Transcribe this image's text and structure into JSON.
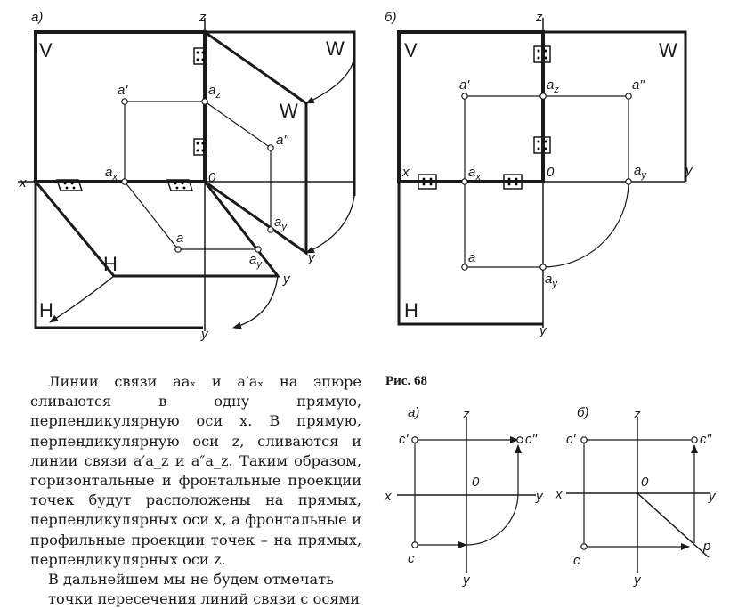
{
  "caption": "Рис. 68",
  "fig_a": {
    "panel": "а)",
    "plane_v": "V",
    "plane_w_outer": "W",
    "plane_w_inner": "W",
    "plane_h_outer": "H",
    "plane_h_inner": "H",
    "axis_z": "z",
    "axis_x": "x",
    "axis_y1": "y",
    "axis_y2": "y",
    "axis_y3": "y",
    "origin": "0",
    "pt_a_prime": "a'",
    "pt_az": "a",
    "pt_az_sub": "z",
    "pt_a_dprime": "a\"",
    "pt_ax": "a",
    "pt_ax_sub": "x",
    "pt_ay1": "a",
    "pt_ay1_sub": "y",
    "pt_a": "a",
    "pt_ay2": "a",
    "pt_ay2_sub": "y"
  },
  "fig_b": {
    "panel": "б)",
    "plane_v": "V",
    "plane_w": "W",
    "plane_h": "H",
    "axis_z": "z",
    "axis_x": "x",
    "axis_y_right": "y",
    "axis_y_bottom": "y",
    "origin": "0",
    "pt_a_prime": "a'",
    "pt_az": "a",
    "pt_az_sub": "z",
    "pt_a_dprime": "a\"",
    "pt_ax": "a",
    "pt_ax_sub": "x",
    "pt_ay1": "a",
    "pt_ay1_sub": "y",
    "pt_a": "a",
    "pt_ay2": "a",
    "pt_ay2_sub": "y"
  },
  "fig_c": {
    "panel": "а)",
    "axis_z": "z",
    "axis_x": "x",
    "axis_y_right": "y",
    "axis_y_bottom": "y",
    "origin": "0",
    "pt_c_prime": "c'",
    "pt_c_dprime": "c\"",
    "pt_c": "c"
  },
  "fig_d": {
    "panel": "б)",
    "axis_z": "z",
    "axis_x": "x",
    "axis_y_right": "y",
    "axis_y_bottom": "y",
    "origin": "0",
    "pt_c_prime": "c'",
    "pt_c_dprime": "c\"",
    "pt_c": "c",
    "pt_p": "р"
  },
  "body_text": {
    "p1": "Линии связи aaₓ и a′aₓ на эпюре сливаются в одну прямую, перпендикулярную оси x. В прямую, перпендикулярную оси z, сливаются и линии связи a′a_z и a″a_z. Таким образом, горизонтальные и фронтальные проекции точек будут расположены на прямых, перпендикулярных оси x, а фронтальные и профильные проекции точек – на прямых, перпендикулярных оси z.",
    "p2": "В дальнейшем мы не будем отмечать",
    "p3": "точки пересечения линий связи с осями"
  }
}
